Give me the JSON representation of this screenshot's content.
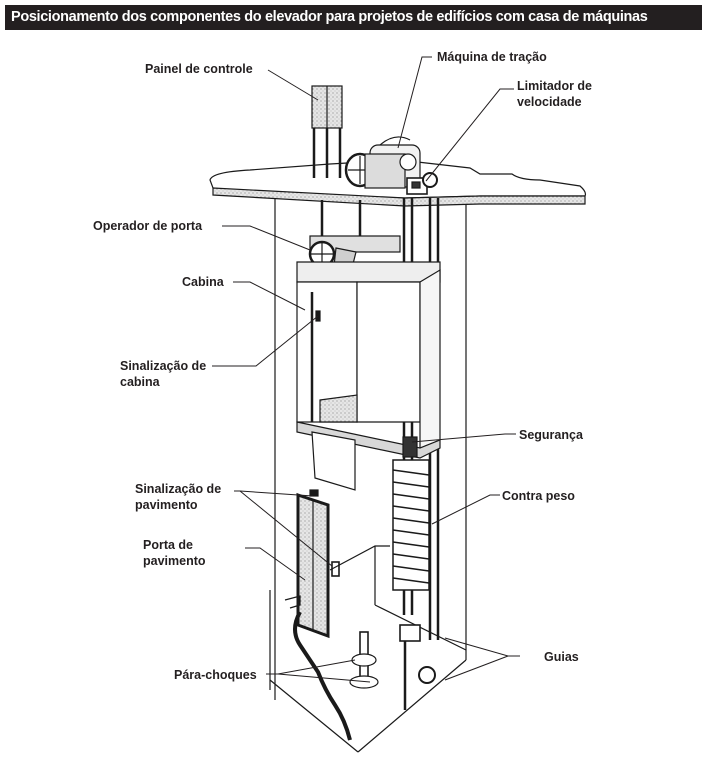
{
  "title": "Posicionamento dos componentes do elevador para projetos de edifícios com casa de máquinas",
  "colors": {
    "title_background": "#231f20",
    "title_text": "#ffffff",
    "label_text": "#231f20",
    "drawing_line": "#1a1a1a"
  },
  "labels": {
    "painel_de_controle": [
      "Painel de controle"
    ],
    "maquina_de_tracao": [
      "Máquina de tração"
    ],
    "limitador_de_velocidade": [
      "Limitador de",
      "velocidade"
    ],
    "operador_de_porta": [
      "Operador de porta"
    ],
    "cabina": [
      "Cabina"
    ],
    "sinalizacao_de_cabina": [
      "Sinalização de",
      "cabina"
    ],
    "seguranca": [
      "Segurança"
    ],
    "sinalizacao_de_pavimento": [
      "Sinalização de",
      "pavimento"
    ],
    "contra_peso": [
      "Contra peso"
    ],
    "porta_de_pavimento": [
      "Porta de",
      "pavimento"
    ],
    "guias": [
      "Guias"
    ],
    "para_choques": [
      "Pára-choques"
    ]
  },
  "components": [
    "control-panel",
    "traction-machine",
    "speed-governor",
    "door-operator",
    "cabin",
    "cabin-signal",
    "safety-gear",
    "landing-signal",
    "counterweight",
    "landing-door",
    "guide-rails",
    "buffers",
    "machine-room-slab",
    "hoistway",
    "pit"
  ]
}
